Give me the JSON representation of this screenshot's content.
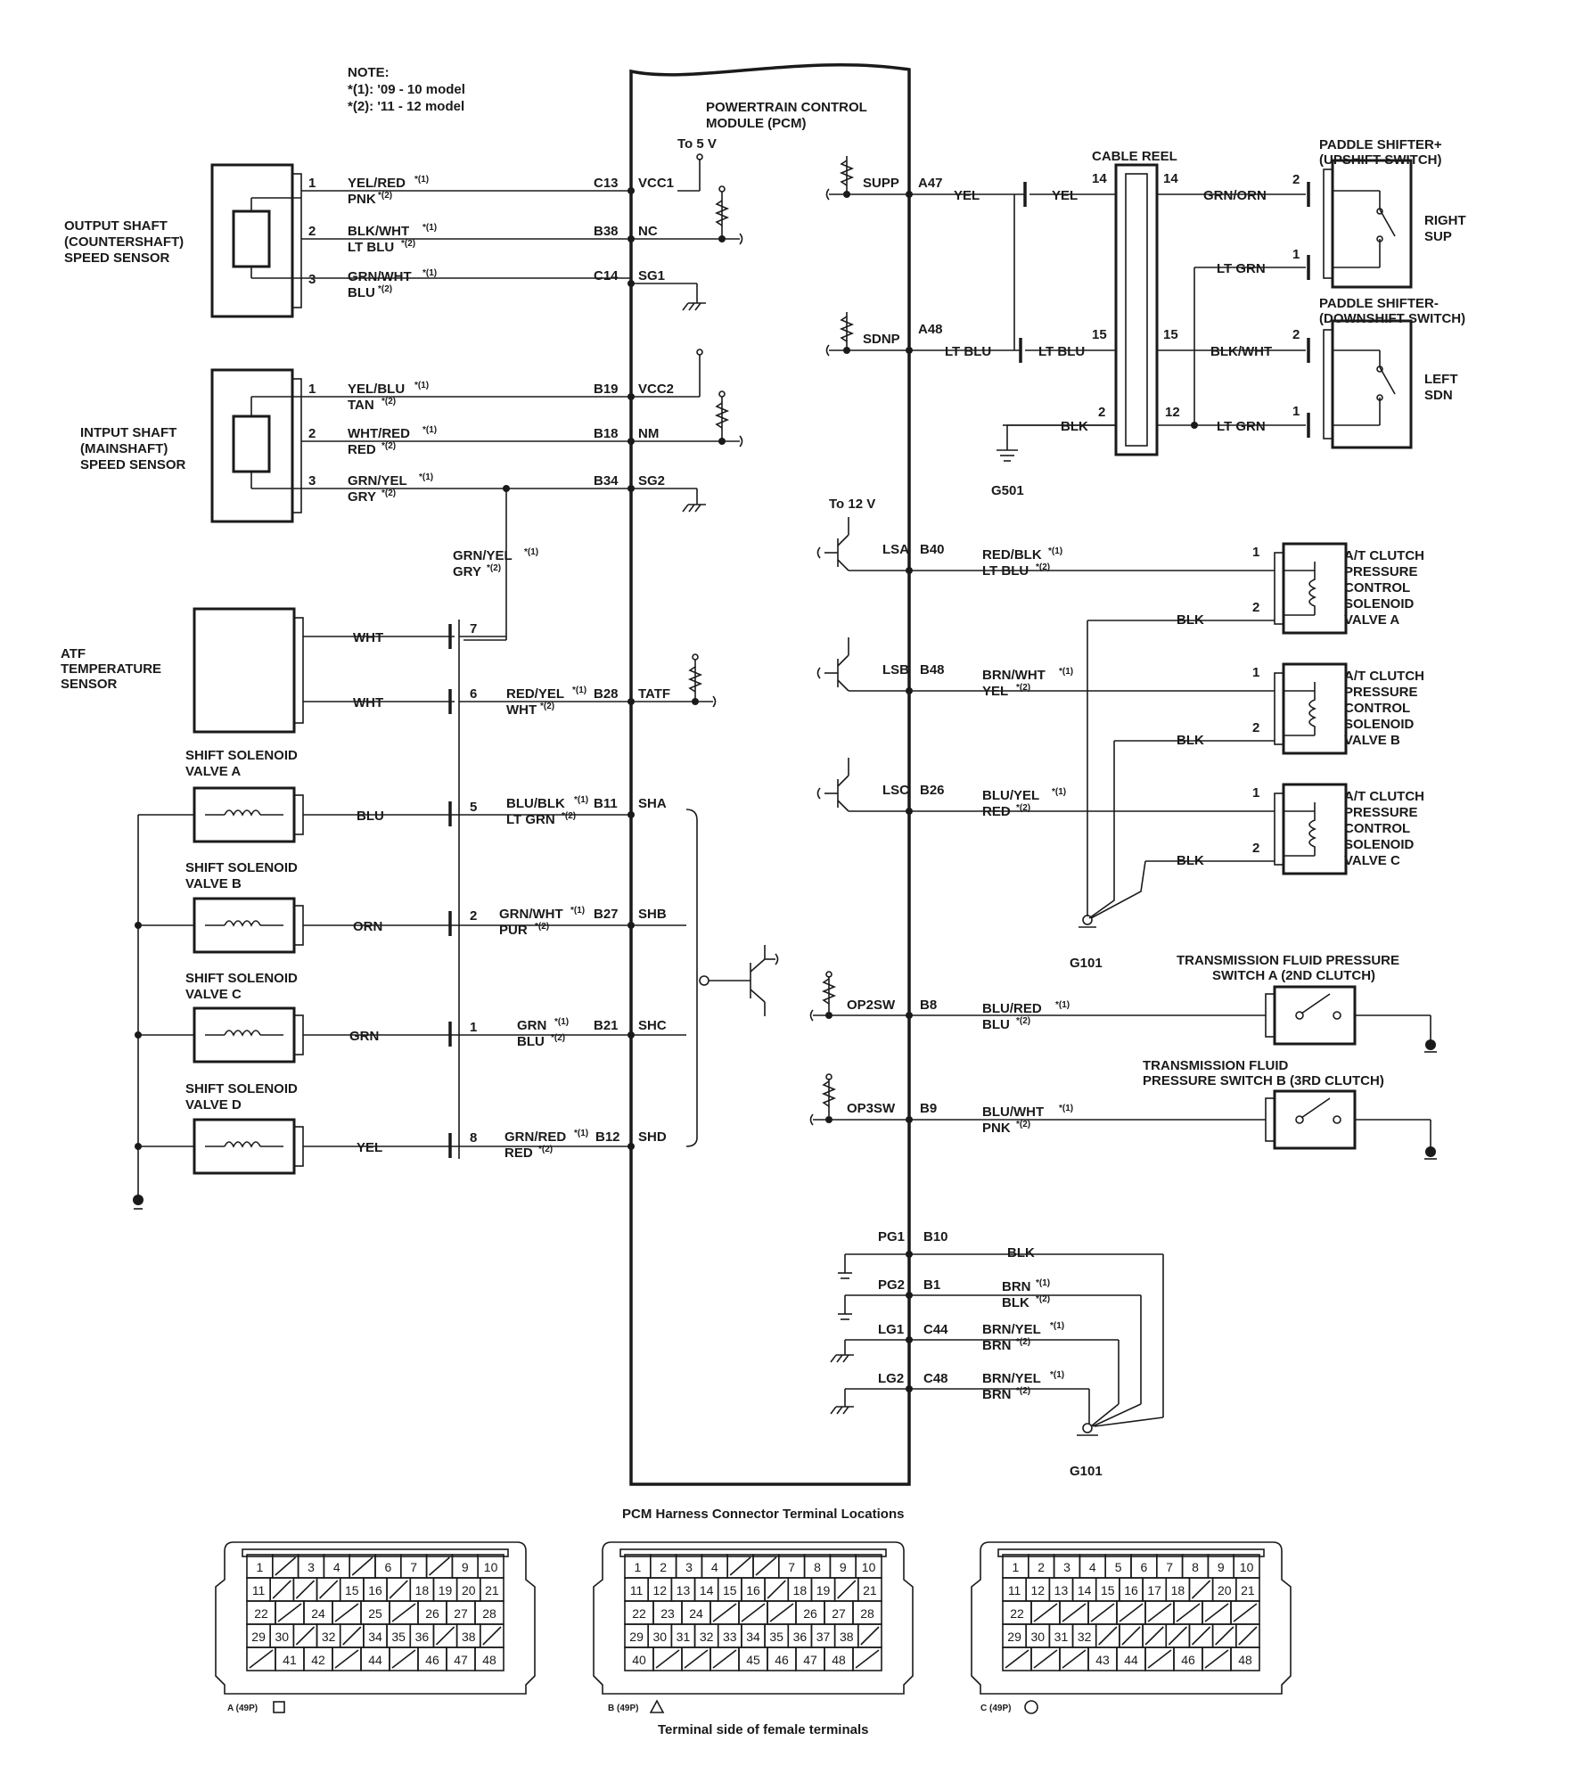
{
  "note": {
    "title": "NOTE:",
    "line1": "*(1): '09 - 10 model",
    "line2": "*(2): '11 - 12 model"
  },
  "pcm": {
    "title1": "POWERTRAIN CONTROL",
    "title2": "MODULE (PCM)",
    "to5v": "To 5 V",
    "to12v": "To 12 V"
  },
  "left_components": {
    "output_sensor": [
      "OUTPUT SHAFT",
      "(COUNTERSHAFT)",
      "SPEED SENSOR"
    ],
    "input_sensor": [
      "INTPUT SHAFT",
      "(MAINSHAFT)",
      "SPEED SENSOR"
    ],
    "atf_sensor": [
      "ATF",
      "TEMPERATURE",
      "SENSOR"
    ],
    "ssv_a": [
      "SHIFT SOLENOID",
      "VALVE A"
    ],
    "ssv_b": [
      "SHIFT SOLENOID",
      "VALVE B"
    ],
    "ssv_c": [
      "SHIFT SOLENOID",
      "VALVE C"
    ],
    "ssv_d": [
      "SHIFT SOLENOID",
      "VALVE D"
    ]
  },
  "left_wires": [
    {
      "pin": "1",
      "c1": "YEL/RED",
      "c2": "PNK",
      "term": "C13",
      "sig": "VCC1"
    },
    {
      "pin": "2",
      "c1": "BLK/WHT",
      "c2": "LT BLU",
      "term": "B38",
      "sig": "NC"
    },
    {
      "pin": "3",
      "c1": "GRN/WHT",
      "c2": "BLU",
      "term": "C14",
      "sig": "SG1"
    },
    {
      "pin": "1",
      "c1": "YEL/BLU",
      "c2": "TAN",
      "term": "B19",
      "sig": "VCC2"
    },
    {
      "pin": "2",
      "c1": "WHT/RED",
      "c2": "RED",
      "term": "B18",
      "sig": "NM"
    },
    {
      "pin": "3",
      "c1": "GRN/YEL",
      "c2": "GRY",
      "term": "B34",
      "sig": "SG2"
    }
  ],
  "mid_wires": {
    "grn_yel": "GRN/YEL",
    "gry": "GRY",
    "wht": "WHT",
    "pin7": "7",
    "pin6": "6",
    "tatf": {
      "c1": "RED/YEL",
      "c2": "WHT",
      "term": "B28",
      "sig": "TATF"
    },
    "sha": {
      "pin": "5",
      "wire": "BLU",
      "c1": "BLU/BLK",
      "c2": "LT GRN",
      "term": "B11",
      "sig": "SHA"
    },
    "shb": {
      "pin": "2",
      "wire": "ORN",
      "c1": "GRN/WHT",
      "c2": "PUR",
      "term": "B27",
      "sig": "SHB"
    },
    "shc": {
      "pin": "1",
      "wire": "GRN",
      "c1": "GRN",
      "c2": "BLU",
      "term": "B21",
      "sig": "SHC"
    },
    "shd": {
      "pin": "8",
      "wire": "YEL",
      "c1": "GRN/RED",
      "c2": "RED",
      "term": "B12",
      "sig": "SHD"
    }
  },
  "note_marks": {
    "m1": "*(1)",
    "m2": "*(2)"
  },
  "right_top": {
    "supp": "SUPP",
    "a47": "A47",
    "yel": "YEL",
    "sdnp": "SDNP",
    "a48": "A48",
    "lt_blu": "LT BLU",
    "cable_reel": "CABLE REEL",
    "n14a": "14",
    "n14b": "14",
    "n15a": "15",
    "n15b": "15",
    "n2": "2",
    "n12": "12",
    "grn_orn": "GRN/ORN",
    "lt_grn": "LT GRN",
    "blk_wht": "BLK/WHT",
    "blk": "BLK",
    "g501": "G501",
    "ps_plus": [
      "PADDLE SHIFTER+",
      "(UPSHIFT SWITCH)"
    ],
    "ps_minus": [
      "PADDLE SHIFTER-",
      "(DOWNSHIFT SWITCH)"
    ],
    "right_sup": [
      "RIGHT",
      "SUP"
    ],
    "left_sdn": [
      "LEFT",
      "SDN"
    ],
    "p2": "2",
    "p1": "1"
  },
  "right_solenoids": [
    {
      "sig": "LSA",
      "term": "B40",
      "c1": "RED/BLK",
      "c2": "LT BLU",
      "name": [
        "A/T CLUTCH",
        "PRESSURE",
        "CONTROL",
        "SOLENOID",
        "VALVE A"
      ]
    },
    {
      "sig": "LSB",
      "term": "B48",
      "c1": "BRN/WHT",
      "c2": "YEL",
      "name": [
        "A/T CLUTCH",
        "PRESSURE",
        "CONTROL",
        "SOLENOID",
        "VALVE B"
      ]
    },
    {
      "sig": "LSC",
      "term": "B26",
      "c1": "BLU/YEL",
      "c2": "RED",
      "name": [
        "A/T CLUTCH",
        "PRESSURE",
        "CONTROL",
        "SOLENOID",
        "VALVE C"
      ]
    }
  ],
  "g101": "G101",
  "switches": [
    {
      "sig": "OP2SW",
      "term": "B8",
      "c1": "BLU/RED",
      "c2": "BLU",
      "name": [
        "TRANSMISSION FLUID PRESSURE",
        "SWITCH A (2ND CLUTCH)"
      ]
    },
    {
      "sig": "OP3SW",
      "term": "B9",
      "c1": "BLU/WHT",
      "c2": "PNK",
      "name": [
        "TRANSMISSION FLUID",
        "PRESSURE SWITCH B (3RD CLUTCH)"
      ]
    }
  ],
  "grounds": [
    {
      "sig": "PG1",
      "term": "B10",
      "c1": "BLK",
      "c2": ""
    },
    {
      "sig": "PG2",
      "term": "B1",
      "c1": "BRN",
      "c2": "BLK"
    },
    {
      "sig": "LG1",
      "term": "C44",
      "c1": "BRN/YEL",
      "c2": "BRN"
    },
    {
      "sig": "LG2",
      "term": "C48",
      "c1": "BRN/YEL",
      "c2": "BRN"
    }
  ],
  "connectors": {
    "title": "PCM Harness Connector Terminal Locations",
    "footer": "Terminal side of female terminals",
    "a_label": "A (49P)",
    "b_label": "B (49P)",
    "c_label": "C (49P)",
    "a_rows": [
      [
        "1",
        "",
        "3",
        "4",
        "",
        "6",
        "7",
        "",
        "9",
        "10"
      ],
      [
        "11",
        "",
        "",
        "",
        "15",
        "16",
        "",
        "18",
        "19",
        "20",
        "21"
      ],
      [
        "22",
        "",
        "24",
        "",
        "25",
        "",
        "26",
        "27",
        "28"
      ],
      [
        "29",
        "30",
        "",
        "32",
        "",
        "34",
        "35",
        "36",
        "",
        "38",
        ""
      ],
      [
        "",
        "41",
        "42",
        "",
        "44",
        "",
        "46",
        "47",
        "48"
      ]
    ],
    "b_rows": [
      [
        "1",
        "2",
        "3",
        "4",
        "",
        "",
        "7",
        "8",
        "9",
        "10"
      ],
      [
        "11",
        "12",
        "13",
        "14",
        "15",
        "16",
        "",
        "18",
        "19",
        "",
        "21"
      ],
      [
        "22",
        "23",
        "24",
        "",
        "",
        "",
        "26",
        "27",
        "28"
      ],
      [
        "29",
        "30",
        "31",
        "32",
        "33",
        "34",
        "35",
        "36",
        "37",
        "38",
        ""
      ],
      [
        "40",
        "",
        "",
        "",
        "45",
        "46",
        "47",
        "48",
        ""
      ]
    ],
    "c_rows": [
      [
        "1",
        "2",
        "3",
        "4",
        "5",
        "6",
        "7",
        "8",
        "9",
        "10"
      ],
      [
        "11",
        "12",
        "13",
        "14",
        "15",
        "16",
        "17",
        "18",
        "",
        "20",
        "21"
      ],
      [
        "22",
        "",
        "",
        "",
        "",
        "",
        "",
        "",
        ""
      ],
      [
        "29",
        "30",
        "31",
        "32",
        "",
        "",
        "",
        "",
        "",
        "",
        ""
      ],
      [
        "",
        "",
        "",
        "43",
        "44",
        "",
        "46",
        "",
        "48"
      ]
    ]
  }
}
